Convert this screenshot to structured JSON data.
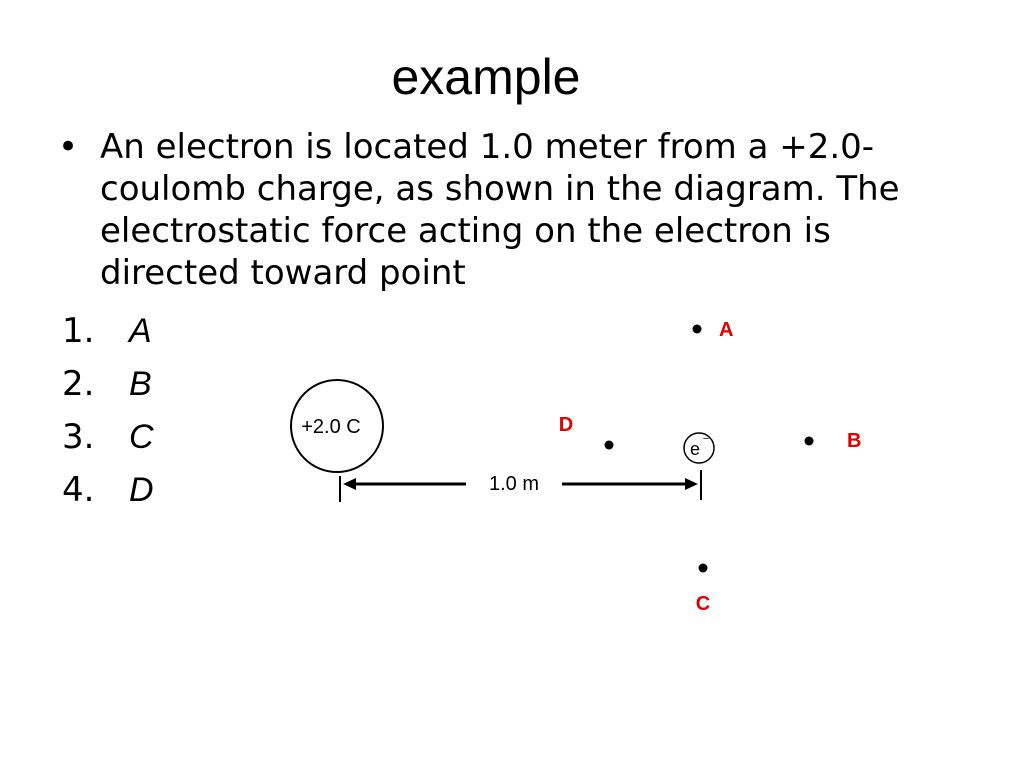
{
  "slide": {
    "title": "example",
    "bullet_symbol": "•",
    "question": "An electron is located 1.0 meter from a +2.0-coulomb charge, as shown in the diagram. The electrostatic force acting on the electron is directed toward point"
  },
  "options": [
    {
      "number": "1.",
      "letter": "A"
    },
    {
      "number": "2.",
      "letter": "B"
    },
    {
      "number": "3.",
      "letter": "C"
    },
    {
      "number": "4.",
      "letter": "D"
    }
  ],
  "diagram": {
    "charge_label": "+2.0 C",
    "electron_label": "e",
    "electron_sign": "−",
    "distance_label": "1.0 m",
    "points": {
      "A": "A",
      "B": "B",
      "C": "C",
      "D": "D"
    },
    "point_label_color": "#e00000"
  }
}
